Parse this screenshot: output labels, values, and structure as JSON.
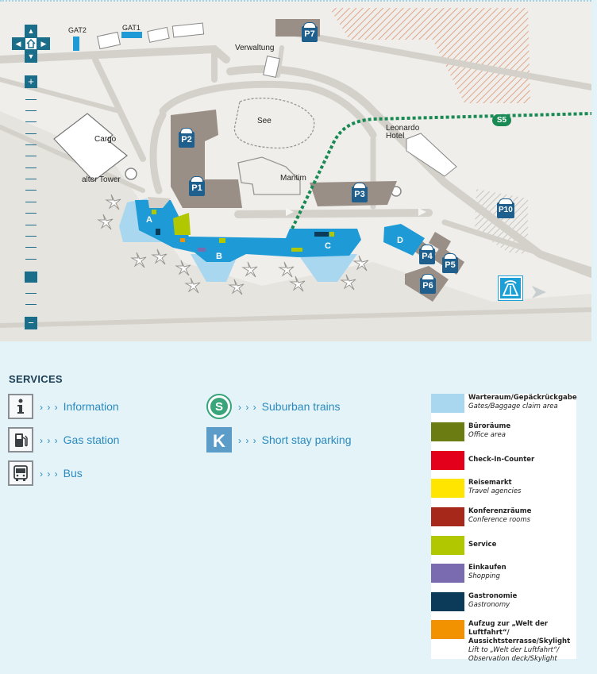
{
  "map": {
    "labels": {
      "gat2": "GAT2",
      "gat1": "GAT1",
      "verwaltung": "Verwaltung",
      "cargo": "Cargo",
      "alter_tower": "alter Tower",
      "see": "See",
      "maritim": "Maritim",
      "leonardo_hotel": "Leonardo Hotel",
      "s5": "S5"
    },
    "parking": [
      "P1",
      "P2",
      "P3",
      "P4",
      "P5",
      "P6",
      "P7",
      "P10"
    ],
    "terminals": [
      "A",
      "B",
      "C",
      "D"
    ],
    "controls": {
      "zoom_in": "+",
      "zoom_out": "−",
      "home_icon": "home-icon",
      "pan_icons": [
        "arrow-up-icon",
        "arrow-down-icon",
        "arrow-left-icon",
        "arrow-right-icon"
      ]
    }
  },
  "services": {
    "title": "SERVICES",
    "arrow": "› › ›",
    "items": [
      {
        "label": "Information",
        "icon": "info-icon"
      },
      {
        "label": "Gas station",
        "icon": "gas-station-icon"
      },
      {
        "label": "Bus",
        "icon": "bus-icon"
      },
      {
        "label": "Suburban trains",
        "icon": "suburban-train-icon"
      },
      {
        "label": "Short stay parking",
        "icon": "short-stay-parking-icon"
      }
    ]
  },
  "legend": [
    {
      "de": "Warteraum/Gepäckrückgabe",
      "en": "Gates/Baggage claim area",
      "color": "#a8d7ef"
    },
    {
      "de": "Büroräume",
      "en": "Office area",
      "color": "#6b7d12"
    },
    {
      "de": "Check-In-Counter",
      "en": "",
      "color": "#e3001b"
    },
    {
      "de": "Reisemarkt",
      "en": "Travel agencies",
      "color": "#ffe500"
    },
    {
      "de": "Konferenzräume",
      "en": "Conference rooms",
      "color": "#a5281b"
    },
    {
      "de": "Service",
      "en": "",
      "color": "#b1c800"
    },
    {
      "de": "Einkaufen",
      "en": "Shopping",
      "color": "#7a6bb0"
    },
    {
      "de": "Gastronomie",
      "en": "Gastronomy",
      "color": "#0c3b5a"
    },
    {
      "de": "Aufzug zur „Welt der Luftfahrt“/ Aussichtsterrasse/Skylight",
      "en": "Lift to „Welt der Luftfahrt“/ Observation deck/Skylight",
      "color": "#f39200"
    }
  ],
  "colors": {
    "terminal_blue": "#1e9ad6",
    "gate_light_blue": "#a8d7ef",
    "building_brown": "#9a8f86",
    "road": "#d4d1cb",
    "s_bahn_green": "#1a8a55",
    "control_teal": "#1a6e8a"
  }
}
